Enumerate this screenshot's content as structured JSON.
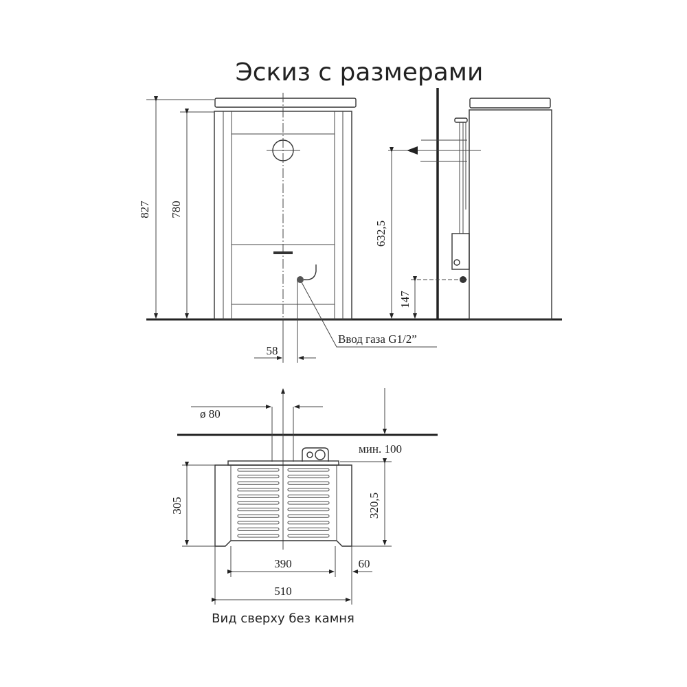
{
  "title": "Эскиз с размерами",
  "front_view": {
    "dim_total_height": "827",
    "dim_body_height": "780",
    "dim_gas_offset": "58",
    "gas_inlet_label": "Ввод газа G1/2”"
  },
  "side_view": {
    "dim_flue_height": "632,5",
    "dim_gas_height": "147"
  },
  "top_view": {
    "dim_flue_diameter": "ø 80",
    "dim_min_clearance": "мин. 100",
    "dim_depth": "305",
    "dim_depth_total": "320,5",
    "dim_inner_width": "390",
    "dim_side_offset": "60",
    "dim_total_width": "510",
    "caption": "Вид сверху без камня"
  }
}
